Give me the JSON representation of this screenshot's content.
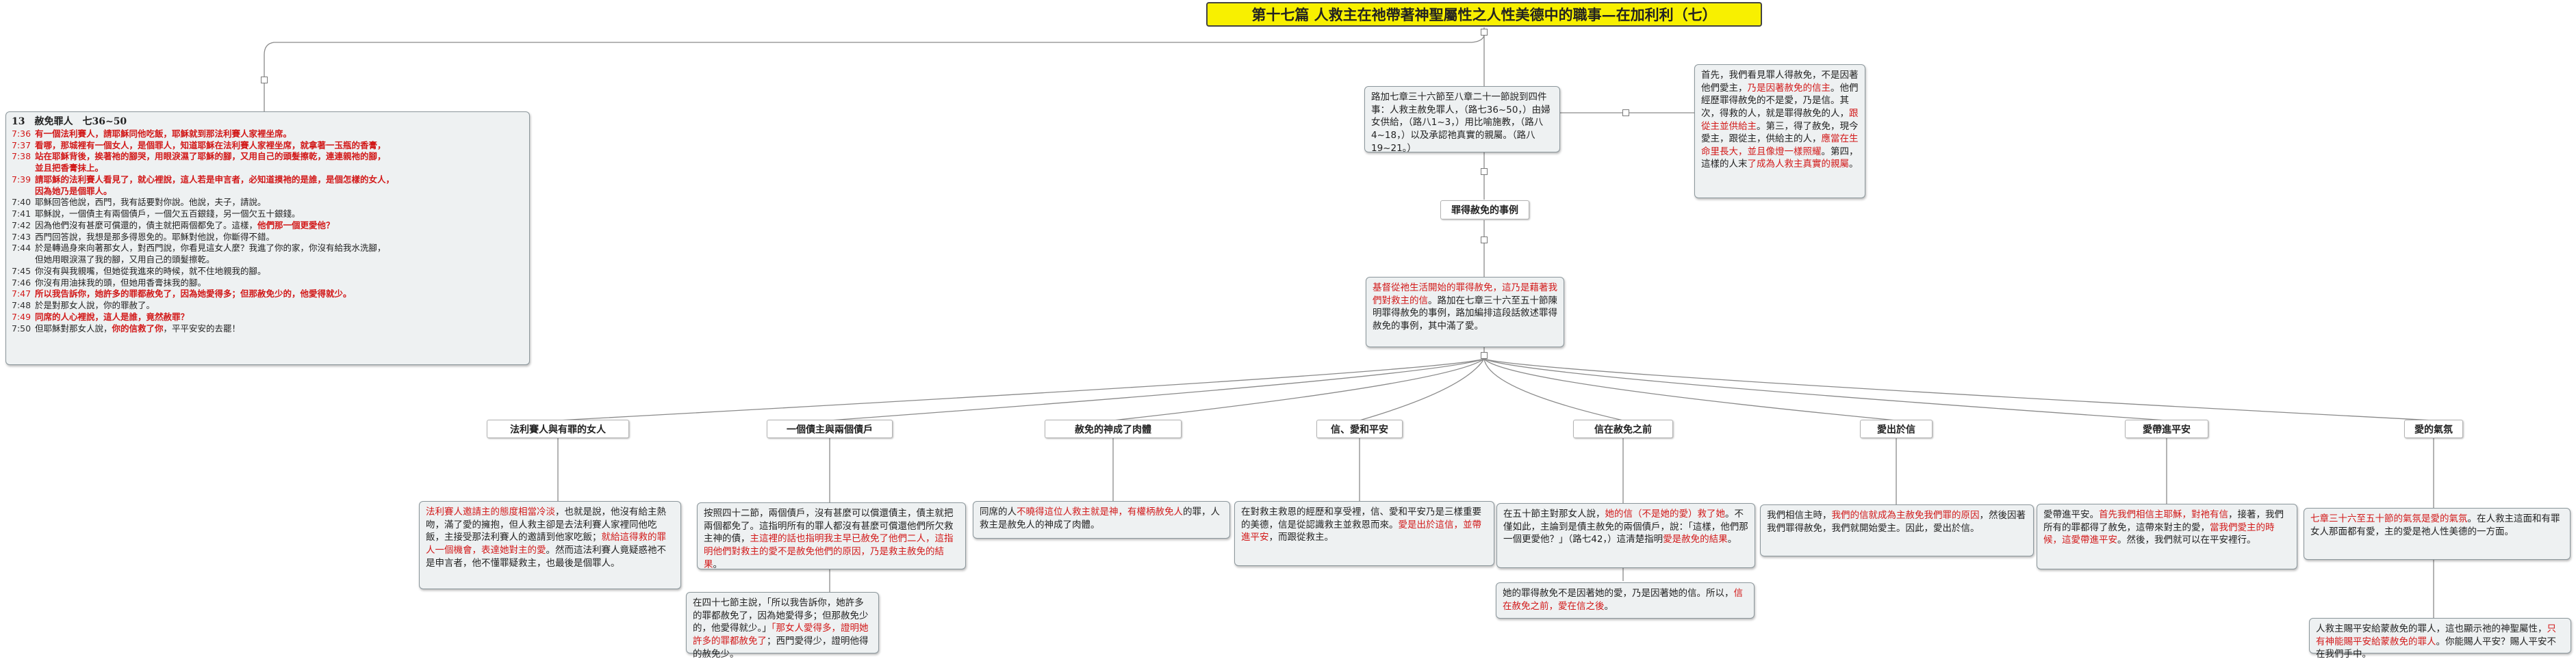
{
  "title": "第十七篇 人救主在祂帶著神聖屬性之人性美德中的職事—在加利利（七）",
  "intro_box": [
    "路加七章三十六節至八章二十一節說到四件事：人救主赦免罪人，（路七36~50，）由婦女供給，（路八1~3，）用比喻施教，（路八4~18，）以及承認祂真實的親屬。（路八19~21。）"
  ],
  "first_box": [
    {
      "t": "首先，我們看見罪人得赦免，不是因著他們愛主，",
      "r": false
    },
    {
      "t": "乃是因著赦免的信主",
      "r": true
    },
    {
      "t": "。他們經歷罪得赦免的不是愛，乃是信。其次，得救的人，就是罪得赦免的人，",
      "r": false
    },
    {
      "t": "跟從主並供給主",
      "r": true
    },
    {
      "t": "。第三，得了赦免，現今愛主，跟從主，供給主的人，",
      "r": false
    },
    {
      "t": "應當在生命里長大，並且像燈一樣照耀",
      "r": true
    },
    {
      "t": "。第四，這樣的人末",
      "r": false
    },
    {
      "t": "了成為人救主真實的親屬",
      "r": true
    },
    {
      "t": "。",
      "r": false
    }
  ],
  "node_case": "罪得赦免的事例",
  "center_box": [
    {
      "t": "基督從祂生活開始的罪得赦免，這乃是藉著我們對救主的信",
      "r": true
    },
    {
      "t": "。路加在七章三十六至五十節陳明罪得赦免的事例，路加編排這段話敘述罪得赦免的事例，其中滿了愛。",
      "r": false
    }
  ],
  "left_box": {
    "header": "13　赦免罪人　七36~50",
    "verses": [
      {
        "n": "7:36",
        "t": "有一個法利賽人，請耶穌同他吃飯，耶穌就到那法利賽人家裡坐席。",
        "r": true
      },
      {
        "n": "7:37",
        "t": "看哪，那城裡有一個女人，是個罪人，知道耶穌在法利賽人家裡坐席，就拿著一玉瓶的香膏，",
        "r": true
      },
      {
        "n": "7:38",
        "t": "站在耶穌背後，挨著祂的腳哭，用眼淚濕了耶穌的腳，又用自己的頭髮擦乾，連連親祂的腳，",
        "r": true
      },
      {
        "n": "",
        "t": "並且把香膏抹上。",
        "r": true
      },
      {
        "n": "7:39",
        "t": "請耶穌的法利賽人看見了，就心裡說，這人若是申言者，必知道摸祂的是誰，是個怎樣的女人，",
        "r": true
      },
      {
        "n": "",
        "t": "因為她乃是個罪人。",
        "r": true
      },
      {
        "n": "7:40",
        "t": "耶穌回答他說，西門，我有話要對你說。他說，夫子，請說。",
        "r": false
      },
      {
        "n": "7:41",
        "t": "耶穌說，一個債主有兩個債戶，一個欠五百銀錢，另一個欠五十銀錢。",
        "r": false
      },
      {
        "n": "7:42",
        "t": "因為他們沒有甚麼可償還的，債主就把兩個都免了。這樣，",
        "r": false,
        "tail": "他們那一個更愛他？"
      },
      {
        "n": "7:43",
        "t": "西門回答說，我想是那多得恩免的。耶穌對他說，你斷得不錯。",
        "r": false
      },
      {
        "n": "7:44",
        "t": "於是轉過身來向著那女人，對西門說，你看見這女人麼？我進了你的家，你沒有給我水洗腳，",
        "r": false
      },
      {
        "n": "",
        "t": "但她用眼淚濕了我的腳，又用自己的頭髮擦乾。",
        "r": false
      },
      {
        "n": "7:45",
        "t": "你沒有與我親嘴，但她從我進來的時候，就不住地親我的腳。",
        "r": false
      },
      {
        "n": "7:46",
        "t": "你沒有用油抹我的頭，但她用香膏抹我的腳。",
        "r": false
      },
      {
        "n": "7:47",
        "t": "所以我告訴你，她許多的罪都赦免了，因為她愛得多；但那赦免少的，他愛得就少。",
        "r": true
      },
      {
        "n": "7:48",
        "t": "於是對那女人說，你的罪赦了。",
        "r": false
      },
      {
        "n": "7:49",
        "t": "同席的人心裡說，這人是誰，竟然赦罪？",
        "r": true
      },
      {
        "n": "7:50",
        "t": "但耶穌對那女人說，",
        "r": false,
        "tail": "你的信救了你",
        "after": "，平平安安的去罷！"
      }
    ]
  },
  "branches": [
    {
      "label": "法利賽人與有罪的女人",
      "box": [
        {
          "t": "法利賽人邀請主的態度相當冷淡",
          "r": true
        },
        {
          "t": "，也就是說，他沒有給主熱吻，滿了愛的擁抱，但人救主卻是去法利賽人家裡同他吃飯，主接受那法利賽人的邀請到他家吃飯；",
          "r": false
        },
        {
          "t": "就給這得救的罪人一個機會，表達她對主的愛",
          "r": true
        },
        {
          "t": "。然而這法利賽人竟疑惑祂不是申言者，他不懂罪疑救主，也最後是個罪人。",
          "r": false
        }
      ]
    },
    {
      "label": "一個債主與兩個債戶",
      "box": [
        {
          "t": "按照四十二節，兩個債戶，沒有甚麼可以償還債主，債主就把兩個都免了。這指明所有的罪人都沒有甚麼可償還他們所欠救主神的債，",
          "r": false
        },
        {
          "t": "主這裡的話也指明我主早已赦免了他們二人，這指明他們對救主的愛不是赦免他們的原因，乃是救主赦免的結果",
          "r": true
        },
        {
          "t": "。",
          "r": false
        }
      ],
      "box2": [
        {
          "t": "在四十七節主說，「所以我告訴你，她許多的罪都赦免了，因為她愛得多；但那赦免少的，他愛得就少。」",
          "r": false
        },
        {
          "t": "「那女人愛得多，證明她許多的罪都赦免了",
          "r": true
        },
        {
          "t": "；西門愛得少，證明他得的赦免少。",
          "r": false
        }
      ]
    },
    {
      "label": "赦免的神成了肉體",
      "box": [
        {
          "t": "同席的人",
          "r": false
        },
        {
          "t": "不曉得這位人救主就是神，有權柄赦免人",
          "r": true
        },
        {
          "t": "的罪，人救主是赦免人的神成了肉體。",
          "r": false
        }
      ]
    },
    {
      "label": "信、愛和平安",
      "box": [
        {
          "t": "在對救主救恩的經歷和享受裡，信、愛和平安乃是三樣重要的美德，信是從認識救主並救恩而來。",
          "r": false
        },
        {
          "t": "愛是出於這信，並帶進平安",
          "r": true
        },
        {
          "t": "，而跟從救主。",
          "r": false
        }
      ]
    },
    {
      "label": "信在赦免之前",
      "box": [
        {
          "t": "在五十節主對那女人說，",
          "r": false
        },
        {
          "t": "她的信（不是她的愛）救了她",
          "r": true
        },
        {
          "t": "。不僅如此，主論到是債主赦免的兩個債戶，說：「這樣，他們那一個更愛他？」（路七42，）這清楚指明",
          "r": false
        },
        {
          "t": "愛是赦免的結果",
          "r": true
        },
        {
          "t": "。",
          "r": false
        }
      ],
      "box2": [
        {
          "t": "她的罪得赦免不是因著她的愛，乃是因著她的信。所以，",
          "r": false
        },
        {
          "t": "信在赦免之前，愛在信之後",
          "r": true
        },
        {
          "t": "。",
          "r": false
        }
      ]
    },
    {
      "label": "愛出於信",
      "box": [
        {
          "t": "我們相信主時，",
          "r": false
        },
        {
          "t": "我們的信就成為主赦免我們罪的原因",
          "r": true
        },
        {
          "t": "，然後因著我們罪得赦免，我們就開始愛主。因此，愛出於信。",
          "r": false
        }
      ]
    },
    {
      "label": "愛帶進平安",
      "box": [
        {
          "t": "愛帶進平安。",
          "r": false
        },
        {
          "t": "首先我們相信主耶穌，對祂有信",
          "r": true
        },
        {
          "t": "，接著，我們所有的罪都得了赦免，這帶來對主的愛，",
          "r": false
        },
        {
          "t": "當我們愛主的時候，這愛帶進平安",
          "r": true
        },
        {
          "t": "。然後，我們就可以在平安裡行。",
          "r": false
        }
      ]
    },
    {
      "label": "愛的氣氛",
      "box": [
        {
          "t": "七章三十六至五十節的氣氛是愛的氣氛",
          "r": true
        },
        {
          "t": "。在人救主這面和有罪女人那面都有愛，主的愛是祂人性美德的一方面。",
          "r": false
        }
      ],
      "box2": [
        {
          "t": "人救主賜平安給蒙赦免的罪人，這也顯示祂的神聖屬性，",
          "r": false
        },
        {
          "t": "只有神能賜平安給蒙赦免的罪人",
          "r": true
        },
        {
          "t": "。你能賜人平安？賜人平安不在我們手中。",
          "r": false
        }
      ]
    }
  ]
}
